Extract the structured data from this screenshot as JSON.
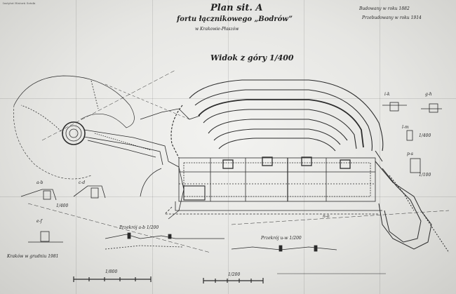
{
  "title": "Plan sit. A",
  "subtitle": "fortu łącznikowego „Bodrów”",
  "location": "w Krakowie-Płaszów",
  "view_title": "Widok z góry 1/400",
  "built": "Budowany w roku 1882",
  "rebuilt": "Przebudowany w roku 1914",
  "stamp": "Instytut Historii Sztuki",
  "section_labels": {
    "a_b": "a-b",
    "c_d": "c-d",
    "e_f": "e-f",
    "g_h": "g-h",
    "i_k": "i-k",
    "l_m": "l-m",
    "n_o": "n-o",
    "p_s": "p-s"
  },
  "scale_marks": {
    "s1": "1/400",
    "s2": "1/400",
    "s3": "1/100"
  },
  "profiles": {
    "p1": "Przekrój a-b 1/200",
    "p2": "Przekrój u-w 1/200"
  },
  "scale_bars": {
    "b1": "1/800",
    "b2": "1/200"
  },
  "place_date": "Kraków w grudniu 1981",
  "colors": {
    "ink": "#222222",
    "paper": "#ececea"
  }
}
